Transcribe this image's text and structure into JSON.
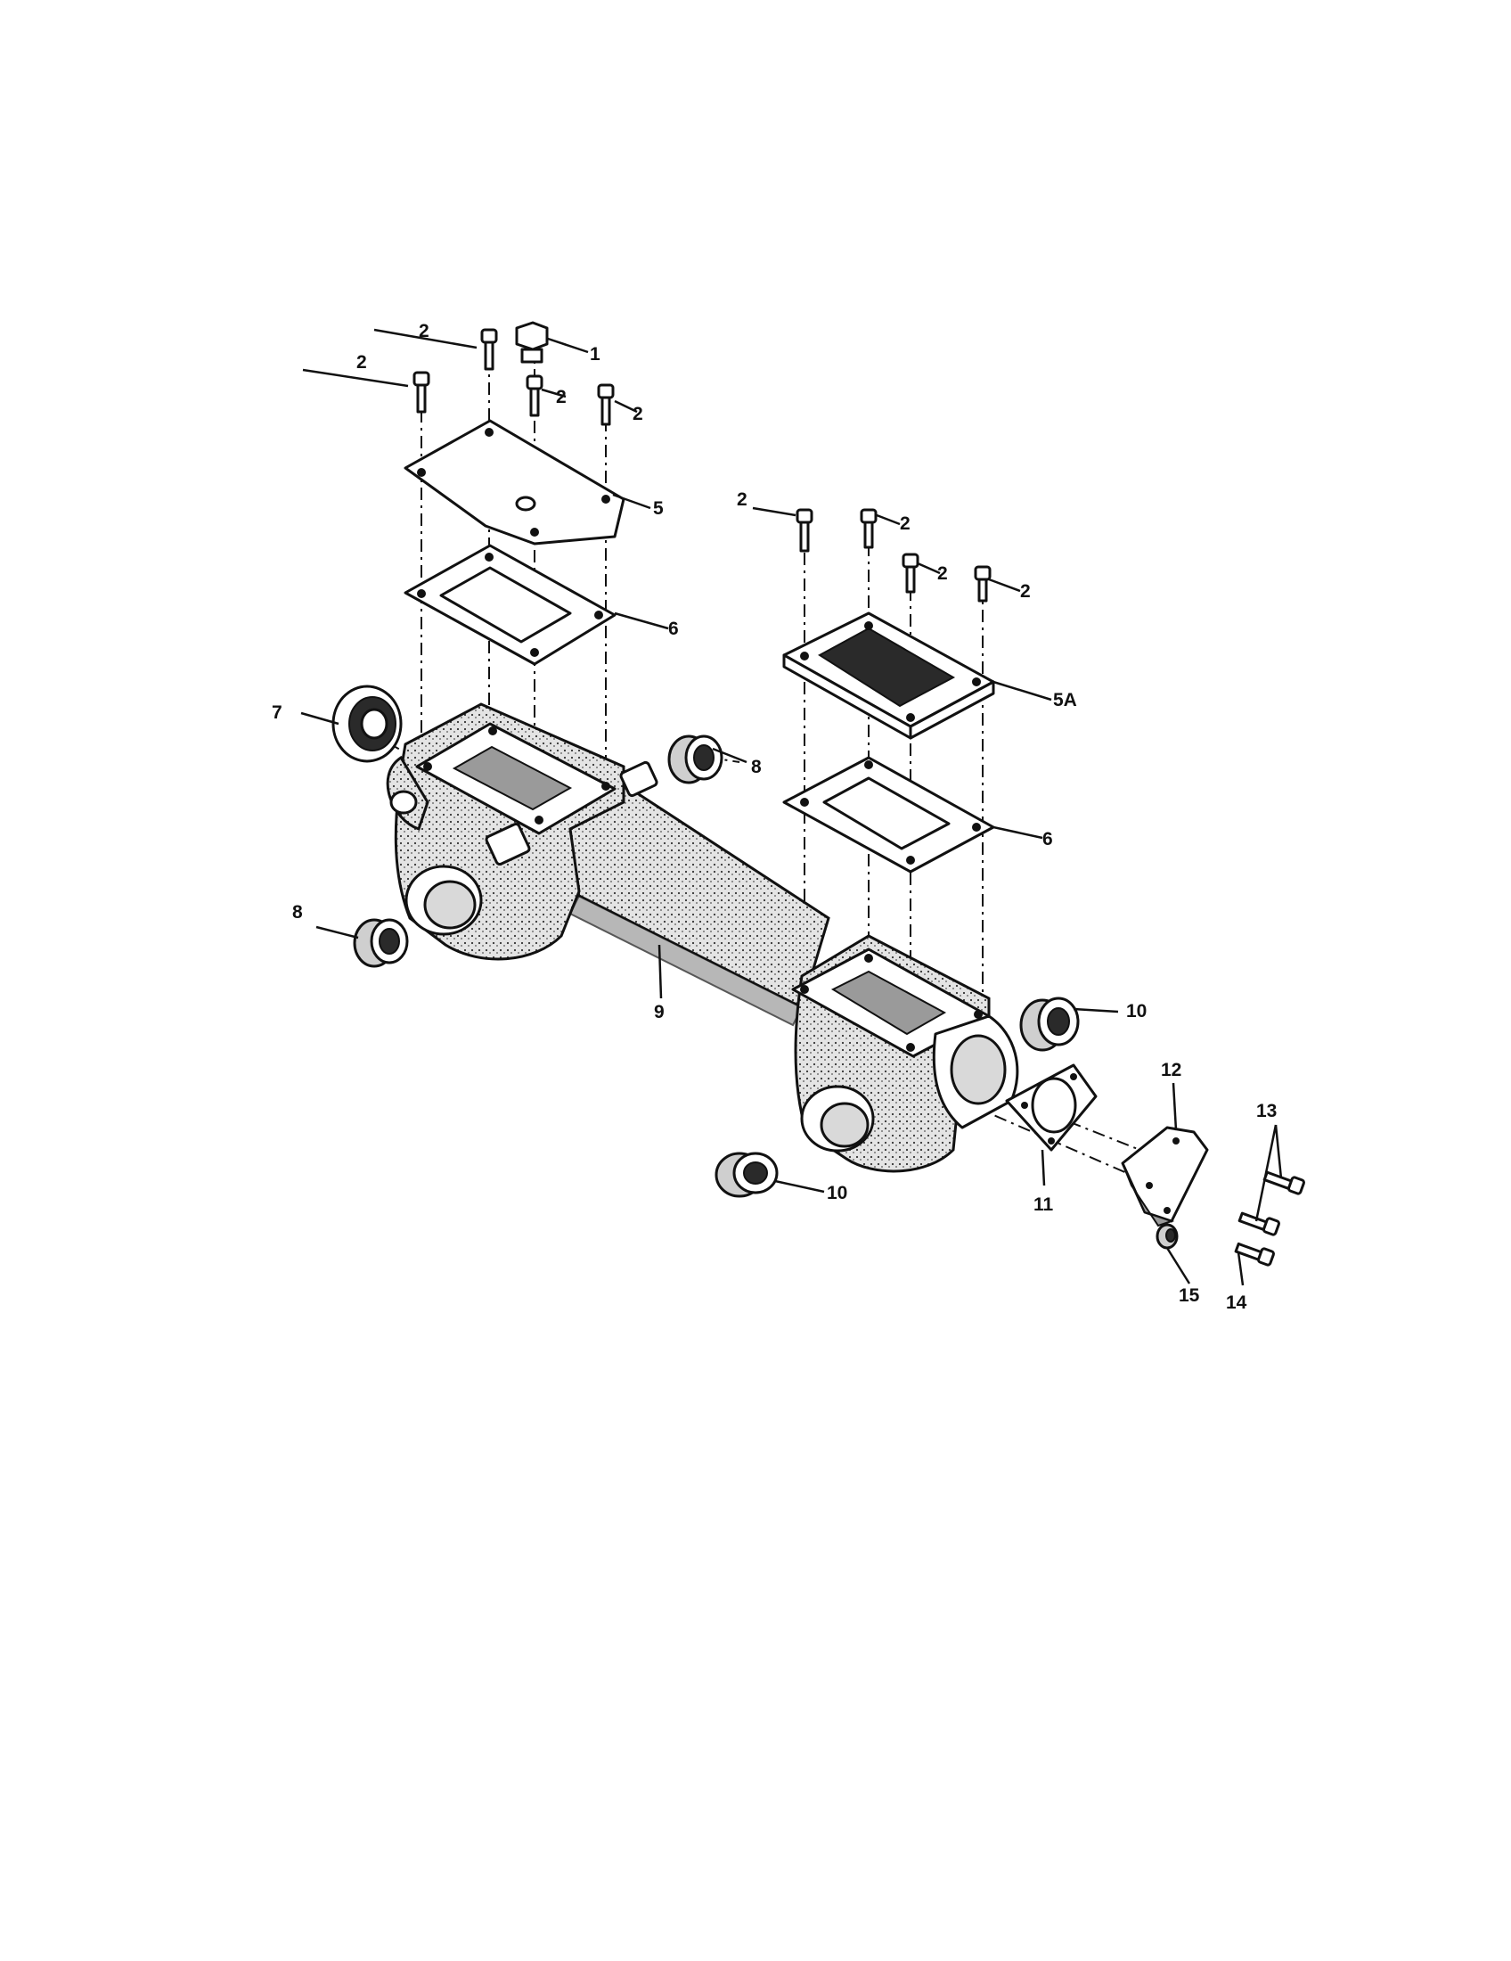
{
  "callouts": {
    "c1": "1",
    "c2a": "2",
    "c2b": "2",
    "c2c": "2",
    "c2d": "2",
    "c2e": "2",
    "c2f": "2",
    "c2g": "2",
    "c2h": "2",
    "c5": "5",
    "c5a": "5A",
    "c6a": "6",
    "c6b": "6",
    "c7": "7",
    "c8a": "8",
    "c8b": "8",
    "c9": "9",
    "c10a": "10",
    "c10b": "10",
    "c11": "11",
    "c12": "12",
    "c13": "13",
    "c14": "14",
    "c15": "15"
  }
}
